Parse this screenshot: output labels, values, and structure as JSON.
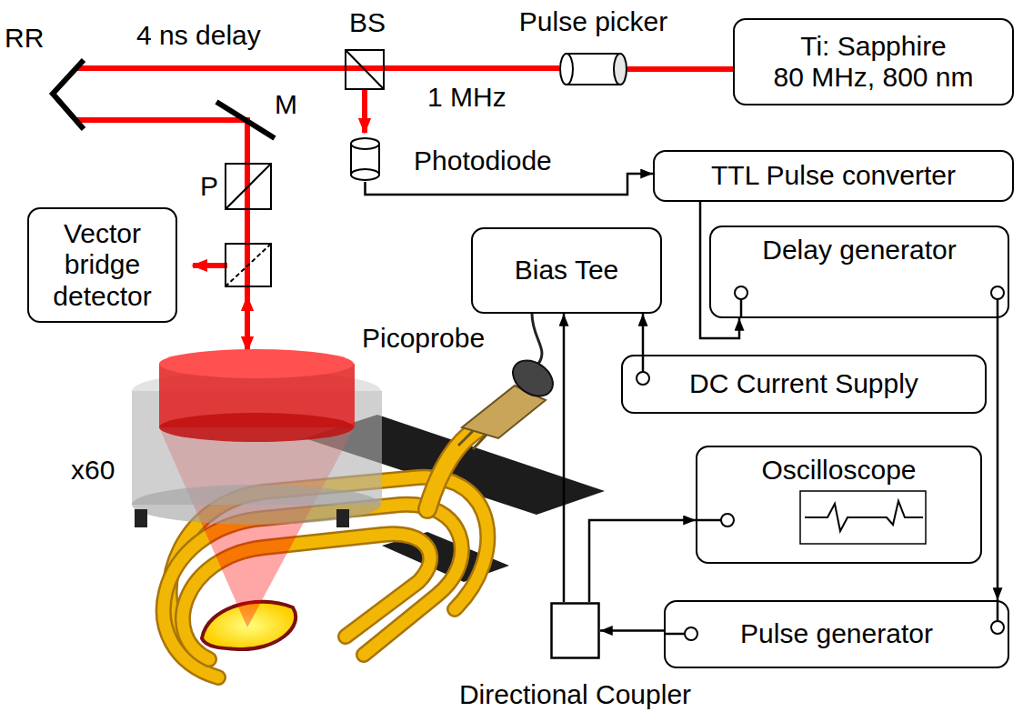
{
  "diagram": {
    "nodes": [
      {
        "text": [
          "Ti: Sapphire",
          "80 MHz, 800 nm"
        ]
      },
      {
        "text": [
          "Pulse picker"
        ]
      },
      {
        "text": [
          "TTL Pulse converter"
        ]
      },
      {
        "text": [
          "Photodiode"
        ]
      },
      {
        "text": [
          "Vector bridge detector"
        ]
      },
      {
        "text": [
          "Bias Tee"
        ]
      },
      {
        "text": [
          "Delay generator"
        ]
      },
      {
        "text": [
          "DC Current Supply"
        ]
      },
      {
        "text": [
          "Oscilloscope"
        ]
      },
      {
        "text": [
          "Pulse generator"
        ]
      },
      {
        "text": [
          "Directional Coupler"
        ]
      }
    ],
    "edges": [
      {
        "from": 0,
        "to": 1,
        "arrow": "none"
      },
      {
        "from": 3,
        "to": 2,
        "arrow": "to"
      },
      {
        "from": 2,
        "to": 6,
        "arrow": "to"
      },
      {
        "from": 6,
        "to": 9,
        "arrow": "to"
      },
      {
        "from": 9,
        "to": 10,
        "arrow": "to"
      },
      {
        "from": 10,
        "to": 5,
        "arrow": "to"
      },
      {
        "from": 10,
        "to": 8,
        "arrow": "to"
      },
      {
        "from": 7,
        "to": 5,
        "arrow": "to"
      }
    ],
    "labels": [
      "4 ns delay",
      "BS",
      "1 MHz",
      "RR",
      "M",
      "P",
      "x60",
      "Picoprobe"
    ]
  }
}
